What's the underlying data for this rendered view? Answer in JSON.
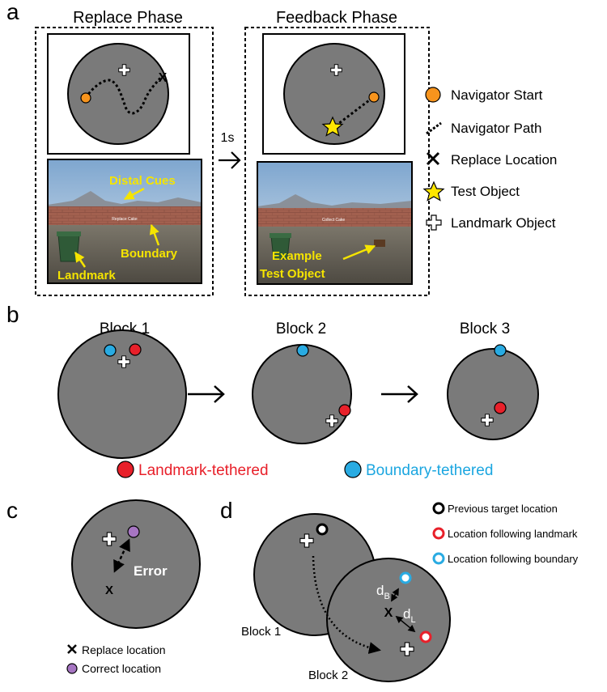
{
  "colors": {
    "arena": "#7a7a7a",
    "orange": "#f7941d",
    "red": "#e8202a",
    "blue": "#29abe2",
    "purple": "#a675c2",
    "yellow": "#ffe600",
    "annotation_yellow": "#f5e400",
    "sky": "#bcd3ea",
    "wall": "#9c5d4f",
    "ground": "#666155",
    "label_red": "#e8202a",
    "label_blue": "#1ba6e0"
  },
  "panel_a": {
    "label": "a",
    "replace_title": "Replace Phase",
    "feedback_title": "Feedback Phase",
    "arrow_label": "1s",
    "replace_x": "X",
    "scene_replace": {
      "distal_cues": "Distal Cues",
      "boundary": "Boundary",
      "landmark": "Landmark",
      "hud": "Replace Cake"
    },
    "scene_feedback": {
      "example_line1": "Example",
      "example_line2": "Test Object",
      "hud": "Collect Cake"
    },
    "legend": [
      {
        "icon": "orange-circle-icon",
        "label": "Navigator Start"
      },
      {
        "icon": "dotted-path-icon",
        "label": "Navigator Path"
      },
      {
        "icon": "x-icon",
        "label": "Replace Location"
      },
      {
        "icon": "star-icon",
        "label": "Test Object"
      },
      {
        "icon": "cross-icon",
        "label": "Landmark Object"
      }
    ]
  },
  "panel_b": {
    "label": "b",
    "blocks": [
      "Block 1",
      "Block 2",
      "Block 3"
    ],
    "legend_landmark": "Landmark-tethered",
    "legend_boundary": "Boundary-tethered"
  },
  "panel_c": {
    "label": "c",
    "error_label": "Error",
    "x_mark": "X",
    "legend_replace": "Replace location",
    "legend_correct": "Correct location"
  },
  "panel_d": {
    "label": "d",
    "d_b": "d",
    "d_b_sub": "B",
    "d_l": "d",
    "d_l_sub": "L",
    "x_mark": "X",
    "block1": "Block 1",
    "block2": "Block 2",
    "legend": [
      "Previous target location",
      "Location following landmark",
      "Location following boundary"
    ]
  }
}
